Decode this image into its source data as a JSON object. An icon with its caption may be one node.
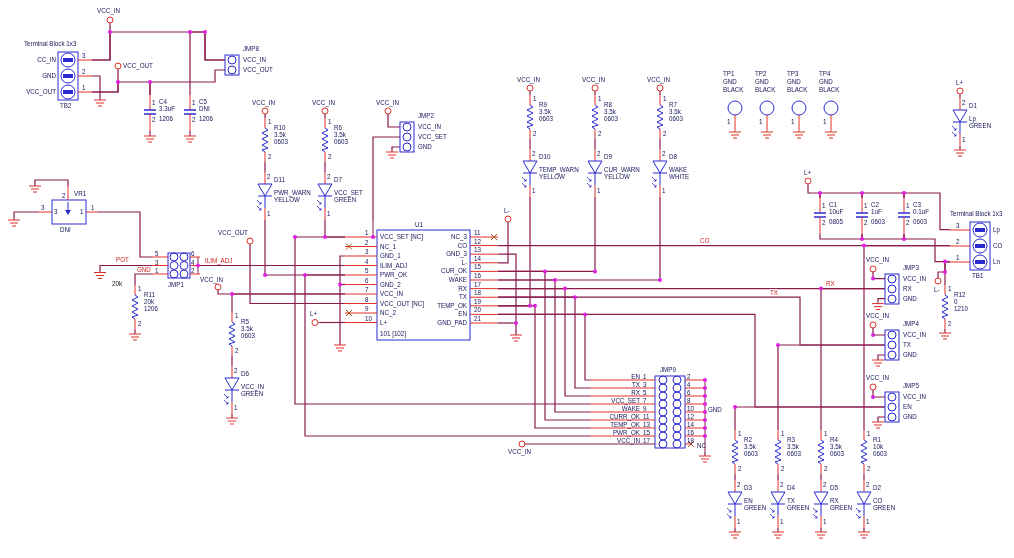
{
  "diagram": {
    "nodes": [
      {
        "text": [
          "Terminal Block 1x3",
          "CC_IN",
          "GND",
          "VCC_OUT",
          "TB2",
          "3",
          "2",
          "1"
        ]
      },
      {
        "text": [
          "JMP8",
          "VCC_IN",
          "VCC_OUT"
        ]
      },
      {
        "text": [
          "1",
          "C4",
          "3.3uF",
          "2",
          "1206"
        ]
      },
      {
        "text": [
          "1",
          "C5",
          "DNI",
          "2",
          "1206"
        ]
      },
      {
        "text": [
          "2",
          "VR1",
          "3",
          "3",
          "1",
          "1",
          "DNI"
        ]
      },
      {
        "text": [
          "JMP1",
          "5",
          "3",
          "1",
          "6",
          "4",
          "2"
        ]
      },
      {
        "text": [
          "R11",
          "20k",
          "1206",
          "1",
          "2"
        ]
      },
      {
        "text": [
          "R10",
          "3.5k",
          "0603",
          "1",
          "2"
        ]
      },
      {
        "text": [
          "2",
          "D11",
          "PWR_WARN",
          "YELLOW",
          "1"
        ]
      },
      {
        "text": [
          "R6",
          "3.5k",
          "0603",
          "1",
          "2"
        ]
      },
      {
        "text": [
          "2",
          "D7",
          "VCC_SET",
          "GREEN",
          "1"
        ]
      },
      {
        "text": [
          "JMP2",
          "VCC_IN",
          "VCC_SET",
          "GND"
        ]
      },
      {
        "text": [
          "U1",
          "VCC_SET [NC]",
          "NC_1",
          "GND_1",
          "ILIM_ADJ",
          "PWR_OK",
          "GND_2",
          "VCC_IN",
          "VCC_OUT [NC]",
          "NC_2",
          "L+",
          "NC_3",
          "CO",
          "GND_3",
          "L-",
          "CUR_OK",
          "WAKE",
          "RX",
          "TX",
          "TEMP_OK",
          "EN",
          "GND_PAD",
          "101 [102]",
          "1",
          "2",
          "3",
          "4",
          "5",
          "6",
          "7",
          "8",
          "9",
          "10",
          "11",
          "12",
          "13",
          "14",
          "15",
          "16",
          "17",
          "18",
          "19",
          "20",
          "21"
        ]
      },
      {
        "text": [
          "R5",
          "3.5k",
          "0603",
          "1",
          "2"
        ]
      },
      {
        "text": [
          "2",
          "D6",
          "VCC_IN",
          "GREEN",
          "1"
        ]
      },
      {
        "text": [
          "R9",
          "3.5k",
          "0603",
          "1",
          "2"
        ]
      },
      {
        "text": [
          "2",
          "D10",
          "TEMP_WARN",
          "YELLOW",
          "1"
        ]
      },
      {
        "text": [
          "R8",
          "3.5k",
          "0603",
          "1",
          "2"
        ]
      },
      {
        "text": [
          "2",
          "D9",
          "CUR_WARN",
          "YELLOW",
          "1"
        ]
      },
      {
        "text": [
          "R7",
          "3.5k",
          "0603",
          "1",
          "2"
        ]
      },
      {
        "text": [
          "2",
          "D8",
          "WAKE",
          "WHITE",
          "1"
        ]
      },
      {
        "text": [
          "TP1",
          "GND",
          "BLACK",
          "1"
        ]
      },
      {
        "text": [
          "TP2",
          "GND",
          "BLACK",
          "1"
        ]
      },
      {
        "text": [
          "TP3",
          "GND",
          "BLACK",
          "1"
        ]
      },
      {
        "text": [
          "TP4",
          "GND",
          "BLACK",
          "1"
        ]
      },
      {
        "text": [
          "2",
          "D1",
          "Lp",
          "GREEN",
          "1"
        ]
      },
      {
        "text": [
          "1",
          "C1",
          "10uF",
          "2",
          "0805"
        ]
      },
      {
        "text": [
          "1",
          "C2",
          "1uF",
          "2",
          "0603"
        ]
      },
      {
        "text": [
          "1",
          "C3",
          "0.1uF",
          "2",
          "0603"
        ]
      },
      {
        "text": [
          "Terminal Block 1x3",
          "Lp",
          "CO",
          "Ln",
          "TB1",
          "3",
          "2",
          "1"
        ]
      },
      {
        "text": [
          "R12",
          "0",
          "1210",
          "1",
          "2"
        ]
      },
      {
        "text": [
          "JMP3",
          "VCC_IN",
          "RX",
          "GND"
        ]
      },
      {
        "text": [
          "JMP4",
          "VCC_IN",
          "TX",
          "GND"
        ]
      },
      {
        "text": [
          "JMP5",
          "VCC_IN",
          "EN",
          "GND"
        ]
      },
      {
        "text": [
          "JMP9",
          "EN",
          "TX",
          "RX",
          "VCC_SET",
          "WAKE",
          "CURR_OK",
          "TEMP_OK",
          "PWR_OK",
          "VCC_IN",
          "1",
          "2",
          "3",
          "4",
          "5",
          "6",
          "7",
          "8",
          "9",
          "10",
          "11",
          "12",
          "13",
          "14",
          "15",
          "16",
          "17",
          "18",
          "GND",
          "NC"
        ]
      },
      {
        "text": [
          "R2",
          "3.5k",
          "0603",
          "1",
          "2"
        ]
      },
      {
        "text": [
          "2",
          "D3",
          "EN",
          "GREEN",
          "1"
        ]
      },
      {
        "text": [
          "R3",
          "3.5k",
          "0603",
          "1",
          "2"
        ]
      },
      {
        "text": [
          "2",
          "D4",
          "TX",
          "GREEN",
          "1"
        ]
      },
      {
        "text": [
          "R4",
          "3.5k",
          "0603",
          "1",
          "2"
        ]
      },
      {
        "text": [
          "2",
          "D5",
          "RX",
          "GREEN",
          "1"
        ]
      },
      {
        "text": [
          "R1",
          "10k",
          "0603",
          "1",
          "2"
        ]
      },
      {
        "text": [
          "2",
          "D2",
          "CO",
          "GREEN",
          "1"
        ]
      },
      {
        "text": [
          "VCC_IN"
        ]
      },
      {
        "text": [
          "VCC_OUT"
        ]
      },
      {
        "text": [
          "VCC_IN"
        ]
      },
      {
        "text": [
          "VCC_IN"
        ]
      },
      {
        "text": [
          "VCC_IN"
        ]
      },
      {
        "text": [
          "VCC_IN"
        ]
      },
      {
        "text": [
          "VCC_IN"
        ]
      },
      {
        "text": [
          "VCC_IN"
        ]
      },
      {
        "text": [
          "L+"
        ]
      },
      {
        "text": [
          "L+"
        ]
      },
      {
        "text": [
          "L-"
        ]
      },
      {
        "text": [
          "VCC_OUT"
        ]
      },
      {
        "text": [
          "VCC_IN"
        ]
      },
      {
        "text": [
          "L+"
        ]
      },
      {
        "text": [
          "L-"
        ]
      },
      {
        "text": [
          "VCC_IN"
        ]
      },
      {
        "text": [
          "VCC_IN"
        ]
      },
      {
        "text": [
          "VCC_IN"
        ]
      },
      {
        "text": [
          "VCC_IN"
        ]
      },
      {
        "text": [],
        "shape": "ground"
      }
    ],
    "edges": [
      {
        "from": 7,
        "to": 8,
        "arrow": "none"
      },
      {
        "from": 9,
        "to": 10,
        "arrow": "none"
      },
      {
        "from": 15,
        "to": 16,
        "arrow": "none"
      },
      {
        "from": 17,
        "to": 18,
        "arrow": "none"
      },
      {
        "from": 19,
        "to": 20,
        "arrow": "none"
      },
      {
        "from": 13,
        "to": 14,
        "arrow": "none"
      },
      {
        "from": 35,
        "to": 36,
        "arrow": "none"
      },
      {
        "from": 37,
        "to": 38,
        "arrow": "none"
      },
      {
        "from": 39,
        "to": 40,
        "arrow": "none"
      },
      {
        "from": 41,
        "to": 42,
        "arrow": "none"
      },
      {
        "from": 6,
        "to": 5,
        "label": "GND",
        "arrow": "none"
      },
      {
        "from": 4,
        "to": 5,
        "arrow": "none"
      },
      {
        "from": 5,
        "to": 12,
        "label": "ILIM_ADJ",
        "arrow": "none"
      },
      {
        "from": 8,
        "to": 12,
        "arrow": "none"
      },
      {
        "from": 10,
        "to": 12,
        "arrow": "none"
      },
      {
        "from": 11,
        "to": 12,
        "arrow": "none"
      },
      {
        "from": 16,
        "to": 12,
        "arrow": "none"
      },
      {
        "from": 18,
        "to": 12,
        "arrow": "none"
      },
      {
        "from": 20,
        "to": 12,
        "arrow": "none"
      },
      {
        "from": 12,
        "to": 29,
        "label": "CO",
        "arrow": "none"
      },
      {
        "from": 12,
        "to": 31,
        "label": "RX",
        "arrow": "none"
      },
      {
        "from": 12,
        "to": 32,
        "label": "TX",
        "arrow": "none"
      },
      {
        "from": 12,
        "to": 33,
        "arrow": "none"
      },
      {
        "from": 33,
        "to": 35,
        "arrow": "none"
      },
      {
        "from": 32,
        "to": 37,
        "arrow": "none"
      },
      {
        "from": 31,
        "to": 39,
        "arrow": "none"
      },
      {
        "from": 29,
        "to": 41,
        "arrow": "none"
      },
      {
        "from": 12,
        "to": 13,
        "arrow": "none"
      },
      {
        "from": 0,
        "to": 1,
        "arrow": "none"
      },
      {
        "from": 0,
        "to": 2,
        "arrow": "none"
      },
      {
        "from": 2,
        "to": 1,
        "arrow": "none"
      },
      {
        "from": 3,
        "to": 1,
        "arrow": "none"
      },
      {
        "from": 26,
        "to": 27,
        "arrow": "none"
      },
      {
        "from": 27,
        "to": 28,
        "arrow": "none"
      },
      {
        "from": 28,
        "to": 29,
        "arrow": "none"
      },
      {
        "from": 26,
        "to": 27,
        "arrow": "none"
      },
      {
        "from": 27,
        "to": 28,
        "arrow": "none"
      },
      {
        "from": 28,
        "to": 29,
        "arrow": "none"
      },
      {
        "from": 29,
        "to": 30,
        "arrow": "none"
      },
      {
        "from": 12,
        "to": 34,
        "arrow": "none"
      },
      {
        "from": 12,
        "to": 34,
        "arrow": "none"
      },
      {
        "from": 12,
        "to": 34,
        "arrow": "none"
      },
      {
        "from": 12,
        "to": 34,
        "arrow": "none"
      },
      {
        "from": 12,
        "to": 34,
        "arrow": "none"
      },
      {
        "from": 12,
        "to": 34,
        "arrow": "none"
      },
      {
        "from": 12,
        "to": 34,
        "arrow": "none"
      },
      {
        "from": 12,
        "to": 34,
        "arrow": "none"
      },
      {
        "from": 0,
        "to": 43,
        "arrow": "none"
      },
      {
        "from": 0,
        "to": 44,
        "arrow": "none"
      },
      {
        "from": 7,
        "to": 45,
        "arrow": "none"
      },
      {
        "from": 9,
        "to": 46,
        "arrow": "none"
      },
      {
        "from": 11,
        "to": 47,
        "arrow": "none"
      },
      {
        "from": 15,
        "to": 48,
        "arrow": "none"
      },
      {
        "from": 17,
        "to": 49,
        "arrow": "none"
      },
      {
        "from": 19,
        "to": 50,
        "arrow": "none"
      },
      {
        "from": 25,
        "to": 51,
        "arrow": "none"
      },
      {
        "from": 26,
        "to": 52,
        "arrow": "none"
      },
      {
        "from": 12,
        "to": 53,
        "arrow": "none"
      },
      {
        "from": 12,
        "to": 54,
        "arrow": "none"
      },
      {
        "from": 12,
        "to": 55,
        "arrow": "none"
      },
      {
        "from": 12,
        "to": 56,
        "arrow": "none"
      },
      {
        "from": 29,
        "to": 57,
        "arrow": "none"
      },
      {
        "from": 31,
        "to": 58,
        "arrow": "none"
      },
      {
        "from": 32,
        "to": 59,
        "arrow": "none"
      },
      {
        "from": 33,
        "to": 60,
        "arrow": "none"
      },
      {
        "from": 34,
        "to": 61,
        "arrow": "none"
      },
      {
        "from": 5,
        "to": 62,
        "label": "POT",
        "arrow": "none"
      }
    ],
    "labels": [
      "20k"
    ]
  }
}
